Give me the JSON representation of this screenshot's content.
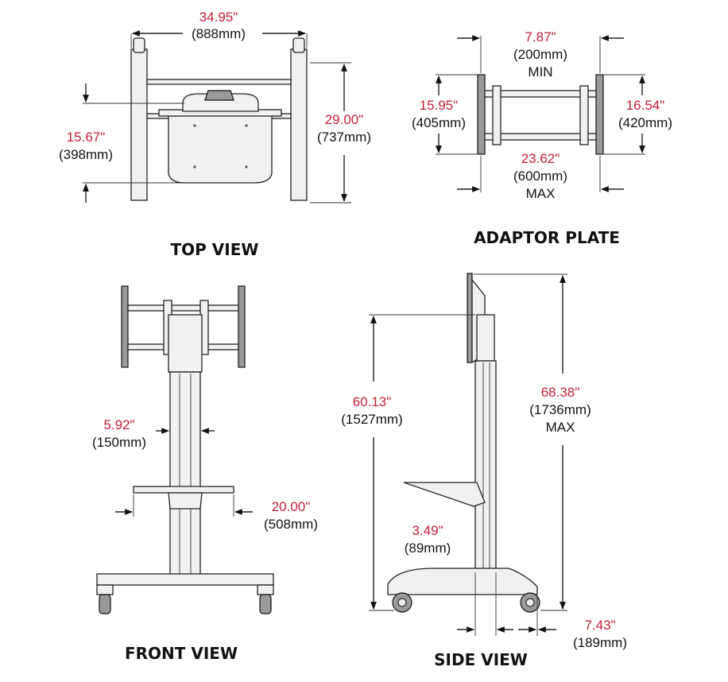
{
  "views": {
    "top": {
      "title": "TOP VIEW",
      "width": {
        "in": "34.95\"",
        "mm": "(888mm)"
      },
      "depth": {
        "in": "29.00\"",
        "mm": "(737mm)"
      },
      "shelf": {
        "in": "15.67\"",
        "mm": "(398mm)"
      }
    },
    "adaptor": {
      "title": "ADAPTOR PLATE",
      "min_width": {
        "in": "7.87\"",
        "mm": "(200mm)",
        "note": "MIN"
      },
      "max_width": {
        "in": "23.62\"",
        "mm": "(600mm)",
        "note": "MAX"
      },
      "left_height": {
        "in": "15.95\"",
        "mm": "(405mm)"
      },
      "right_height": {
        "in": "16.54\"",
        "mm": "(420mm)"
      }
    },
    "front": {
      "title": "FRONT VIEW",
      "column": {
        "in": "5.92\"",
        "mm": "(150mm)"
      },
      "shelf": {
        "in": "20.00\"",
        "mm": "(508mm)"
      }
    },
    "side": {
      "title": "SIDE VIEW",
      "height": {
        "in": "60.13\"",
        "mm": "(1527mm)"
      },
      "max_height": {
        "in": "68.38\"",
        "mm": "(1736mm)",
        "note": "MAX"
      },
      "column": {
        "in": "3.49\"",
        "mm": "(89mm)"
      },
      "base": {
        "in": "7.43\"",
        "mm": "(189mm)"
      }
    }
  },
  "colors": {
    "dimension_red": "#c41e3a",
    "line": "#222222"
  }
}
